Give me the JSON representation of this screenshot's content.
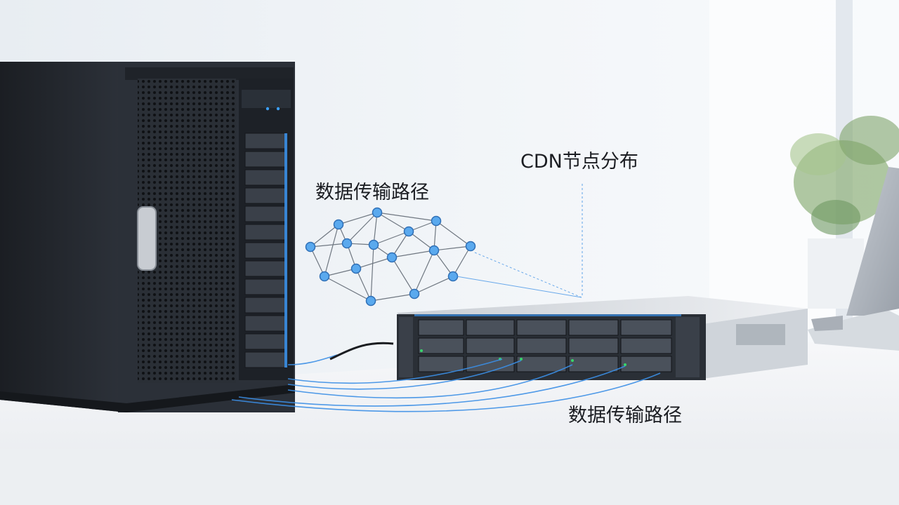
{
  "labels": {
    "path_top": "数据传输路径",
    "cdn_distribution": "CDN节点分布",
    "path_bottom": "数据传输路径"
  },
  "colors": {
    "accent_blue": "#3b8fe6",
    "node_fill": "#5aa9ee",
    "tower_body": "#23272e",
    "rack_body": "#d9dde2",
    "desk_top": "#f4f6f8"
  },
  "objects": {
    "tower_server": "tower-server",
    "rack_server": "rack-server",
    "network_graph": "network-graph",
    "laptop": "laptop",
    "plant": "plant"
  }
}
